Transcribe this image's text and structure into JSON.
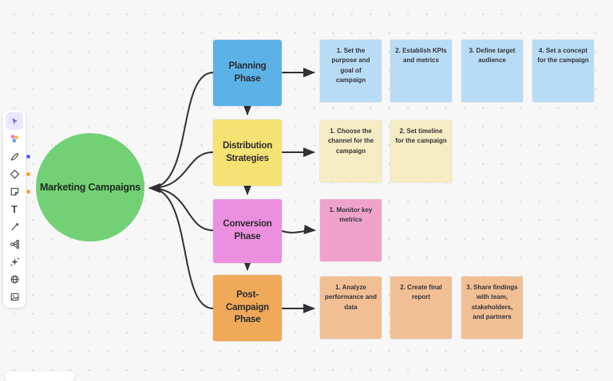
{
  "colors": {
    "canvas_bg": "#f7f7f8",
    "connector": "#2f2f35",
    "root_green": "#72d175",
    "branch_blue": "#5cb2e6",
    "note_blue": "#b8dcf5",
    "branch_yellow": "#f6e272",
    "note_yellow": "#f6ecc3",
    "branch_pink": "#ec8fde",
    "note_pink": "#efa3cb",
    "branch_orange": "#efa959",
    "note_orange": "#f2be93",
    "indicator_blue": "#5d5fef",
    "indicator_orange": "#ffa12f",
    "toolbar_selected_bg": "#e9e6fd",
    "toolbar_selected_fg": "#7c6fe8"
  },
  "toolbar": {
    "selected_tool": "select",
    "text_icon_glyph": "T",
    "tools": [
      "select",
      "templates",
      "pen",
      "shapes",
      "sticky-note",
      "text",
      "connector",
      "mind-map",
      "effects",
      "embed",
      "image"
    ]
  },
  "mindmap": {
    "root": {
      "label": "Marketing Campaigns"
    },
    "branches": [
      {
        "label": "Planning Phase",
        "notes": [
          "1. Set the purpose and goal of campaign",
          "2. Establish KPIs and metrics",
          "3. Define target audience",
          "4. Set a concept for the campaign"
        ]
      },
      {
        "label": "Distribution Strategies",
        "notes": [
          "1. Choose the channel for the campaign",
          "2. Set timeline for the campaign"
        ]
      },
      {
        "label": "Conversion Phase",
        "notes": [
          "1. Monitor key metrics"
        ]
      },
      {
        "label": "Post-Campaign Phase",
        "notes": [
          "1. Analyze performance and data",
          "2. Create final report",
          "3. Share findings with team, stakeholders, and partners"
        ]
      }
    ]
  }
}
